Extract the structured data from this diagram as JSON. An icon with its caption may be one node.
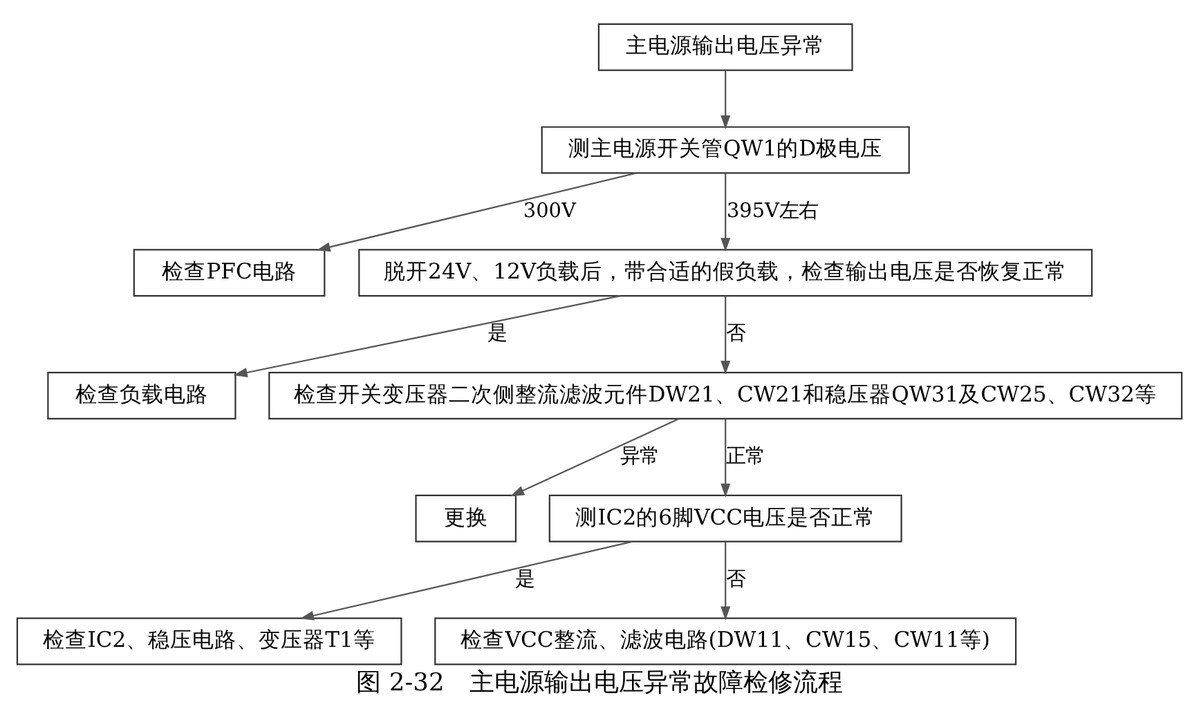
{
  "diagram": {
    "caption": "图 2-32　主电源输出电压异常故障检修流程",
    "nodes": [
      {
        "text": [
          "主电源输出电压异常"
        ]
      },
      {
        "text": [
          "测主电源开关管QW1的D极电压"
        ]
      },
      {
        "text": [
          "检查PFC电路"
        ]
      },
      {
        "text": [
          "脱开24V、12V负载后，带合适的假负载，检查输出电压是否恢复正常"
        ]
      },
      {
        "text": [
          "检查负载电路"
        ]
      },
      {
        "text": [
          "检查开关变压器二次侧整流滤波元件DW21、CW21和稳压器QW31及CW25、CW32等"
        ]
      },
      {
        "text": [
          "更换"
        ]
      },
      {
        "text": [
          "测IC2的6脚VCC电压是否正常"
        ]
      },
      {
        "text": [
          "检查IC2、稳压电路、变压器T1等"
        ]
      },
      {
        "text": [
          "检查VCC整流、滤波电路(DW11、CW15、CW11等)"
        ]
      }
    ],
    "edges": [
      {
        "from": 0,
        "to": 1,
        "arrow": "to"
      },
      {
        "from": 1,
        "to": 2,
        "arrow": "to",
        "label": "300V"
      },
      {
        "from": 1,
        "to": 3,
        "arrow": "to",
        "label": "395V左右"
      },
      {
        "from": 3,
        "to": 4,
        "arrow": "to",
        "label": "是"
      },
      {
        "from": 3,
        "to": 5,
        "arrow": "to",
        "label": "否"
      },
      {
        "from": 5,
        "to": 6,
        "arrow": "to",
        "label": "异常"
      },
      {
        "from": 5,
        "to": 7,
        "arrow": "to",
        "label": "正常"
      },
      {
        "from": 7,
        "to": 8,
        "arrow": "to",
        "label": "是"
      },
      {
        "from": 7,
        "to": 9,
        "arrow": "to",
        "label": "否"
      }
    ]
  }
}
